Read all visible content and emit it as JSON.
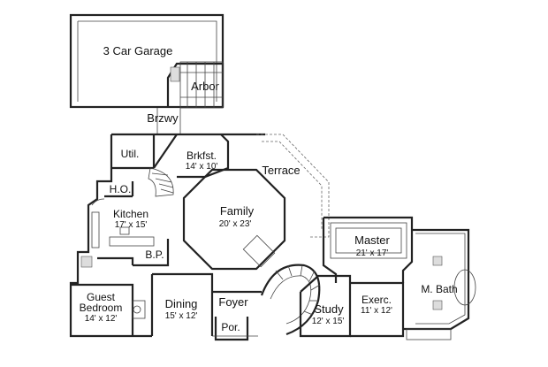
{
  "rooms": {
    "garage": {
      "name": "3 Car Garage"
    },
    "arbor": {
      "name": "Arbor"
    },
    "brzwy": {
      "name": "Brzwy"
    },
    "util": {
      "name": "Util."
    },
    "brkfst": {
      "name": "Brkfst.",
      "dims": "14' x 10'"
    },
    "terrace": {
      "name": "Terrace"
    },
    "ho": {
      "name": "H.O."
    },
    "kitchen": {
      "name": "Kitchen",
      "dims": "17' x 15'"
    },
    "family": {
      "name": "Family",
      "dims": "20' x 23'"
    },
    "master": {
      "name": "Master",
      "dims": "21' x 17'"
    },
    "bp": {
      "name": "B.P."
    },
    "mbath": {
      "name": "M. Bath"
    },
    "guest": {
      "name": "Guest",
      "name2": "Bedroom",
      "dims": "14' x 12'"
    },
    "dining": {
      "name": "Dining",
      "dims": "15' x 12'"
    },
    "foyer": {
      "name": "Foyer"
    },
    "study": {
      "name": "Study",
      "dims": "12' x 15'"
    },
    "exerc": {
      "name": "Exerc.",
      "dims": "11' x 12'"
    },
    "por": {
      "name": "Por."
    }
  },
  "colors": {
    "wall": "#222222",
    "text": "#111111",
    "background": "#ffffff"
  }
}
